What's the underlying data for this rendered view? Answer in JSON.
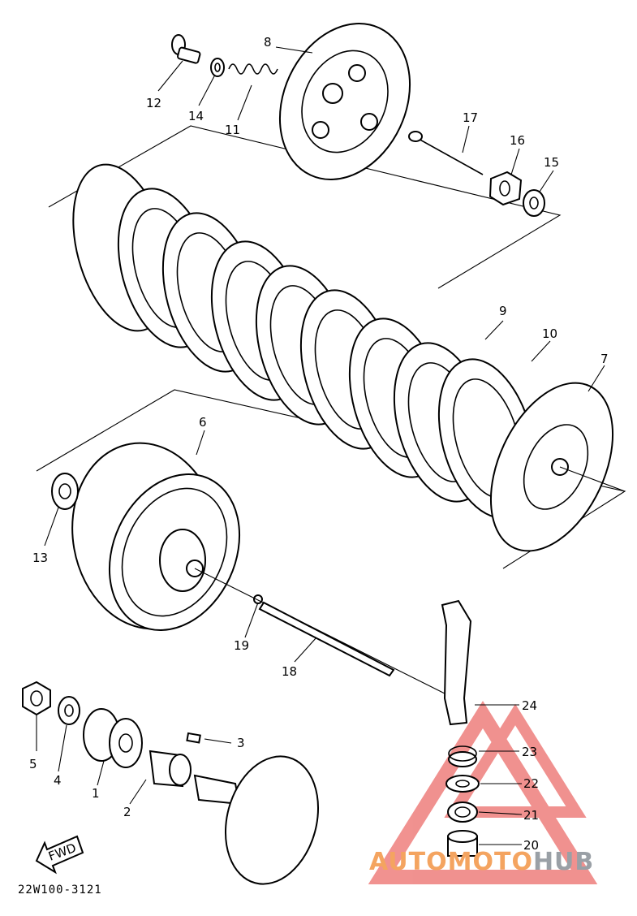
{
  "diagram_code": "22W100-3121",
  "fwd_label": "FWD",
  "watermark": {
    "part1": "AUTOMOTO",
    "part2": "HUB"
  },
  "callouts": [
    "1",
    "2",
    "3",
    "4",
    "5",
    "6",
    "7",
    "8",
    "9",
    "10",
    "11",
    "12",
    "13",
    "14",
    "15",
    "16",
    "17",
    "18",
    "19",
    "20",
    "21",
    "22",
    "23",
    "24"
  ],
  "colors": {
    "ink": "#000000",
    "watermark_red": "#e53935",
    "watermark_orange": "#f4a460",
    "watermark_gray": "#9aa0a6"
  }
}
